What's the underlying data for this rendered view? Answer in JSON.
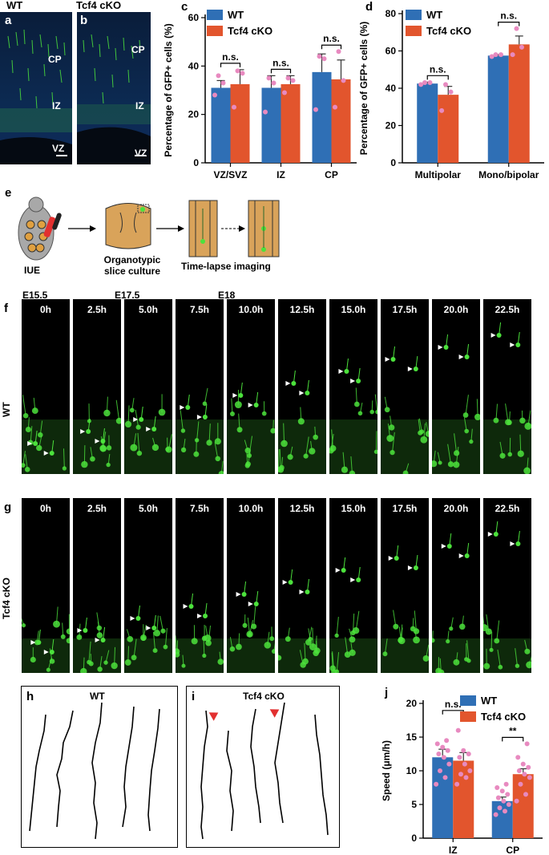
{
  "panel_letters": [
    "a",
    "b",
    "c",
    "d",
    "e",
    "f",
    "g",
    "h",
    "i",
    "j"
  ],
  "panel_a": {
    "title": "WT",
    "labels": [
      "CP",
      "IZ",
      "VZ"
    ]
  },
  "panel_b": {
    "title": "Tcf4 cKO",
    "labels": [
      "CP",
      "IZ",
      "VZ"
    ]
  },
  "panel_e": {
    "steps": [
      {
        "label": "IUE",
        "day": "E15.5"
      },
      {
        "label": "Organotypic\nslice culture",
        "day": "E17.5"
      },
      {
        "label": "Time-lapse imaging",
        "day": "E18"
      }
    ]
  },
  "panel_f": {
    "row_label": "WT",
    "frames": [
      "0h",
      "2.5h",
      "5.0h",
      "7.5h",
      "10.0h",
      "12.5h",
      "15.0h",
      "17.5h",
      "20.0h",
      "22.5h"
    ]
  },
  "panel_g": {
    "row_label": "Tcf4 cKO",
    "frames": [
      "0h",
      "2.5h",
      "5.0h",
      "7.5h",
      "10.0h",
      "12.5h",
      "15.0h",
      "17.5h",
      "20.0h",
      "22.5h"
    ]
  },
  "panel_h": {
    "title": "WT"
  },
  "panel_i": {
    "title": "Tcf4 cKO"
  },
  "colors": {
    "wt": "#2f6fb5",
    "cko": "#e2552d",
    "dot": "#e88ac0",
    "green": "#4ce23c"
  },
  "chart_data": [
    {
      "id": "c",
      "type": "bar",
      "ylabel": "Percentage of GFP+ cells (%)",
      "ylim": [
        0,
        60
      ],
      "yticks": [
        0,
        20,
        40,
        60
      ],
      "categories": [
        "VZ/SVZ",
        "IZ",
        "CP"
      ],
      "series": [
        {
          "name": "WT",
          "values": [
            31,
            31,
            37.5
          ],
          "errors": [
            3,
            5,
            7.5
          ],
          "points": [
            [
              28,
              33,
              36
            ],
            [
              21,
              33,
              35
            ],
            [
              22,
              43,
              44
            ]
          ]
        },
        {
          "name": "Tcf4 cKO",
          "values": [
            32.5,
            32.5,
            34.5
          ],
          "errors": [
            6,
            3.5,
            8
          ],
          "points": [
            [
              23,
              37,
              38
            ],
            [
              29,
              34,
              35
            ],
            [
              23,
              34,
              46
            ]
          ]
        }
      ],
      "annotations": [
        "n.s.",
        "n.s.",
        "n.s."
      ],
      "legend": "top-left"
    },
    {
      "id": "d",
      "type": "bar",
      "ylabel": "Percentage of GFP+ cells (%)",
      "ylim": [
        0,
        80
      ],
      "yticks": [
        0,
        20,
        40,
        60,
        80
      ],
      "categories": [
        "Multipolar",
        "Mono/bipolar"
      ],
      "series": [
        {
          "name": "WT",
          "values": [
            42.5,
            57.5
          ],
          "errors": [
            0.8,
            0.5
          ],
          "points": [
            [
              42,
              43,
              43
            ],
            [
              57,
              58,
              58
            ]
          ]
        },
        {
          "name": "Tcf4 cKO",
          "values": [
            36.5,
            63.5
          ],
          "errors": [
            4.5,
            4.5
          ],
          "points": [
            [
              28,
              38,
              42
            ],
            [
              58,
              62,
              72
            ]
          ]
        }
      ],
      "annotations": [
        "n.s.",
        "n.s."
      ],
      "legend": "top-left"
    },
    {
      "id": "j",
      "type": "bar",
      "ylabel": "Speed (μm/h)",
      "ylim": [
        0,
        20
      ],
      "yticks": [
        0,
        5,
        10,
        15,
        20
      ],
      "categories": [
        "IZ",
        "CP"
      ],
      "series": [
        {
          "name": "WT",
          "values": [
            12,
            5.5
          ],
          "errors": [
            1.2,
            0.6
          ],
          "points": [
            [
              8,
              9,
              10,
              11,
              12,
              12.5,
              13,
              13.5,
              14,
              14.5
            ],
            [
              3.5,
              4,
              4.5,
              5,
              5.5,
              6,
              6.5,
              7,
              7.5,
              8
            ]
          ]
        },
        {
          "name": "Tcf4 cKO",
          "values": [
            11.5,
            9.5
          ],
          "errors": [
            1.2,
            0.8
          ],
          "points": [
            [
              8,
              9,
              9.5,
              10,
              11,
              12,
              12.5,
              13,
              16,
              18
            ],
            [
              5.5,
              6.5,
              8,
              9,
              9.5,
              10,
              10.5,
              11,
              12,
              14
            ]
          ]
        }
      ],
      "annotations": [
        "n.s.",
        "**"
      ],
      "legend": "top-right"
    }
  ]
}
